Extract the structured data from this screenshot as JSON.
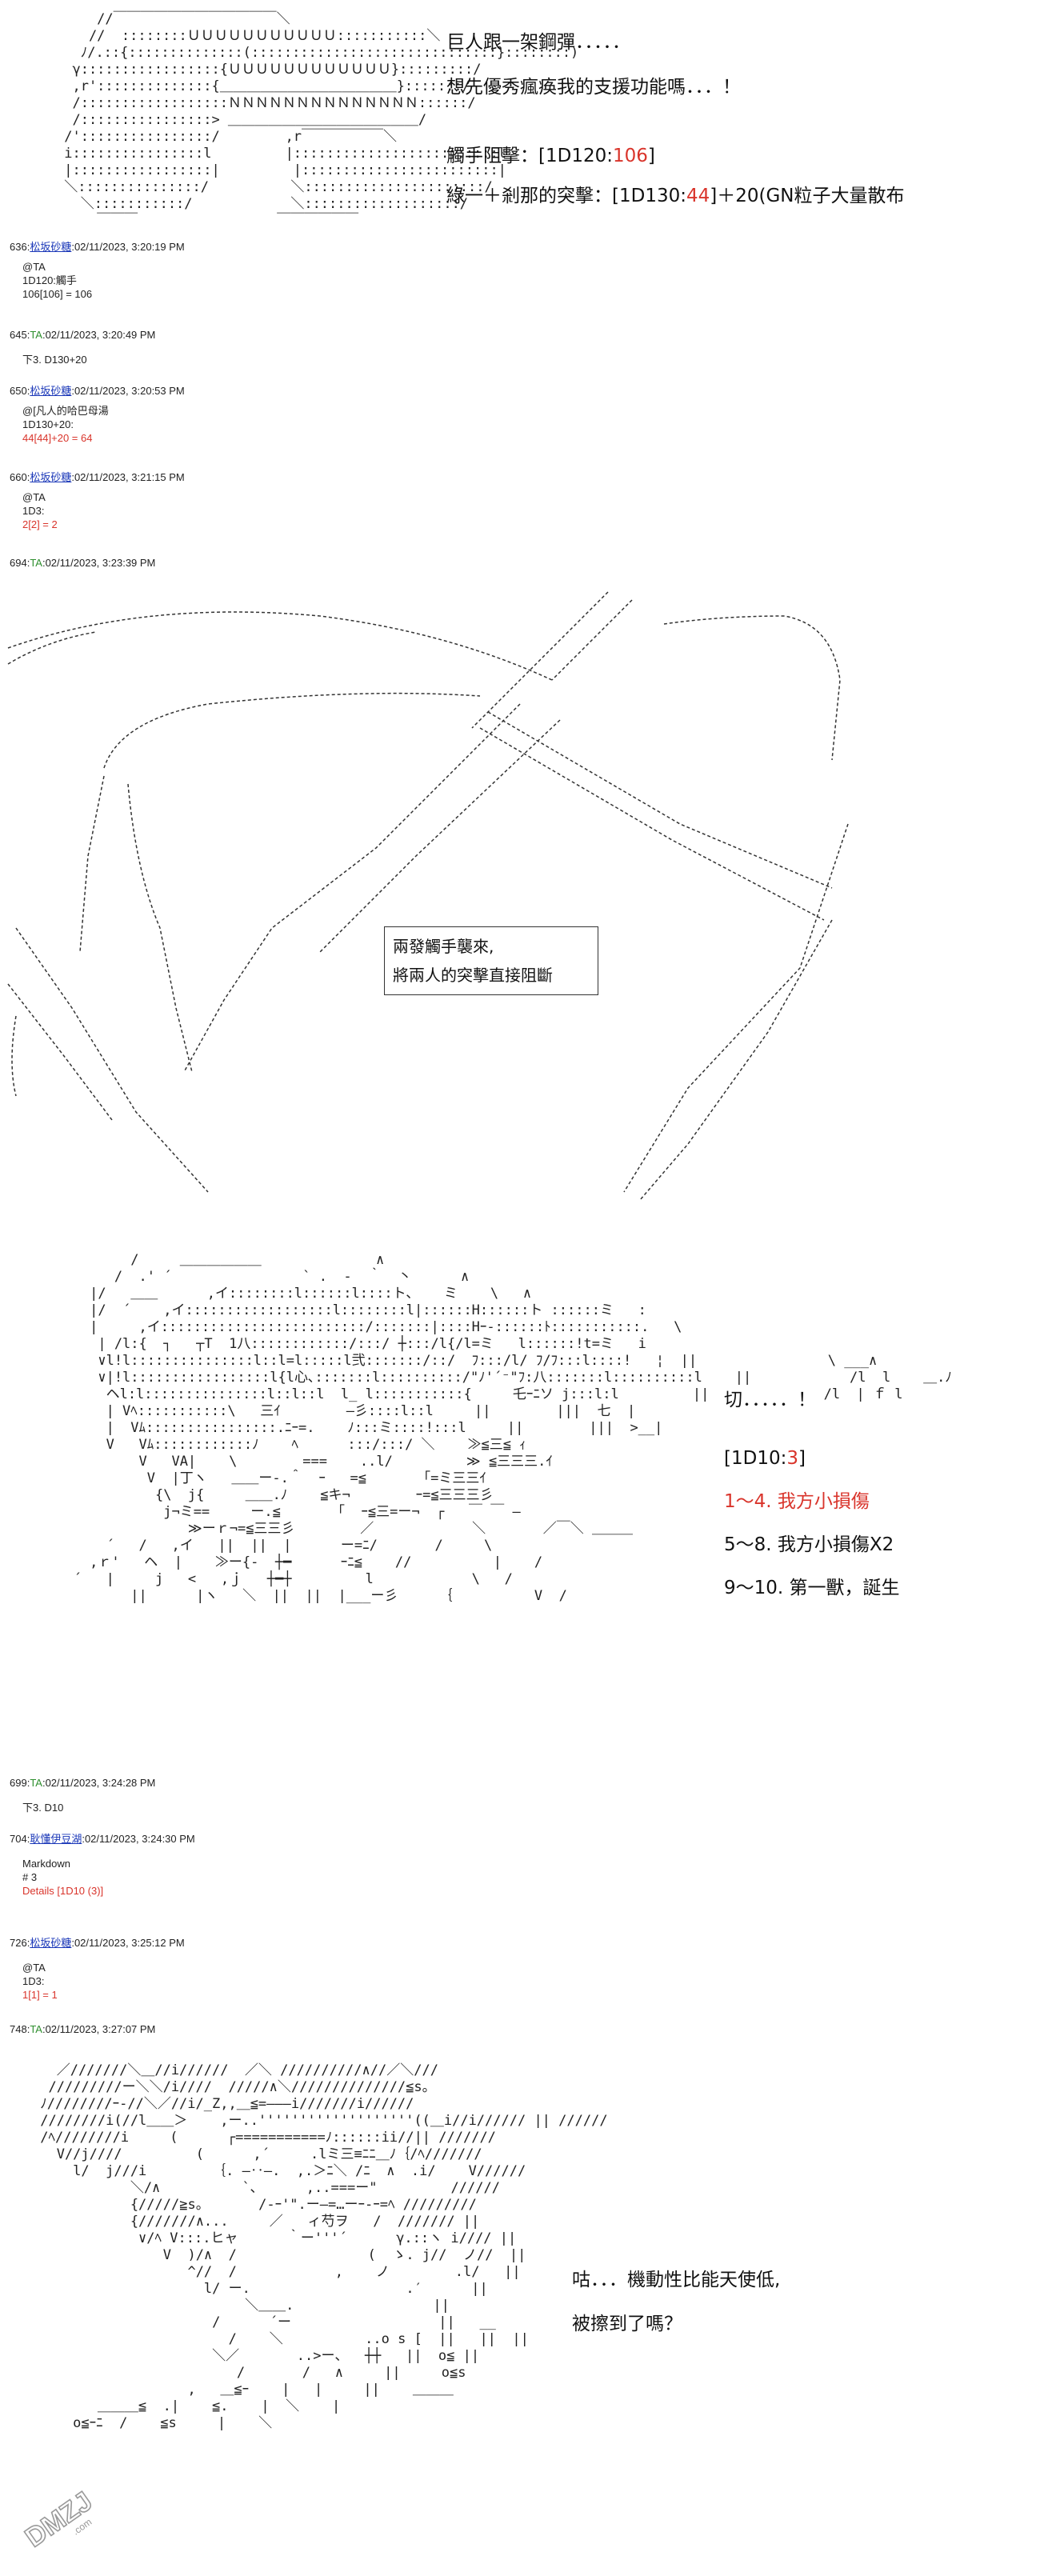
{
  "panel1": {
    "dialogue": [
      "巨人跟一架鋼彈．．．．．",
      "想先優秀瘋痪我的支援功能嗎．．．！"
    ],
    "roll1_label": "觸手阻擊：[1D120:",
    "roll1_value": "106",
    "roll1_end": "]",
    "roll2_prefix": "綠一＋剎那的突擊：[1D130:",
    "roll2_value": "44",
    "roll2_suffix": "]＋20(GN粒子大量散布"
  },
  "posts1": [
    {
      "header_num": "636:",
      "name": "松坂砂糖",
      "time": ":02/11/2023, 3:20:19 PM",
      "lines": [
        "@TA",
        "1D120:觸手",
        "106[106] = 106"
      ],
      "red_line": ""
    },
    {
      "header_num": "645:",
      "name": "TA",
      "time": ":02/11/2023, 3:20:49 PM",
      "lines": [
        "下3. D130+20"
      ],
      "red_line": ""
    },
    {
      "header_num": "650:",
      "name": "松坂砂糖",
      "time": ":02/11/2023, 3:20:53 PM",
      "lines": [
        "@[凡人的哈巴母湯",
        "1D130+20:"
      ],
      "red_line": "44[44]+20 = 64"
    },
    {
      "header_num": "660:",
      "name": "松坂砂糖",
      "time": ":02/11/2023, 3:21:15 PM",
      "lines": [
        "@TA",
        "1D3:"
      ],
      "red_line": "2[2] = 2"
    },
    {
      "header_num": "694:",
      "name": "TA",
      "time": ":02/11/2023, 3:23:39 PM",
      "lines": [],
      "red_line": ""
    }
  ],
  "panel2": {
    "box_lines": [
      "兩發觸手襲來,",
      "將兩人的突擊直接阻斷"
    ]
  },
  "panel3": {
    "cut": "切．．．．．！",
    "roll_prefix": "[1D10:",
    "roll_value": "3",
    "roll_suffix": "]",
    "outcomes": [
      "1～4. 我方小損傷",
      "5～8. 我方小損傷X2",
      "9～10. 第一獸，誕生"
    ]
  },
  "posts2": [
    {
      "header_num": "699:",
      "name": "TA",
      "time": ":02/11/2023, 3:24:28 PM",
      "lines": [
        "下3. D10"
      ],
      "red_line": ""
    },
    {
      "header_num": "704:",
      "name": "耿懂伊豆湖",
      "time": ":02/11/2023, 3:24:30 PM",
      "lines": [
        "Markdown",
        "# 3"
      ],
      "red_line": "Details [1D10 (3)]"
    },
    {
      "header_num": "726:",
      "name": "松坂砂糖",
      "time": ":02/11/2023, 3:25:12 PM",
      "lines": [
        "@TA",
        "1D3:"
      ],
      "red_line": "1[1] = 1"
    },
    {
      "header_num": "748:",
      "name": "TA",
      "time": ":02/11/2023, 3:27:07 PM",
      "lines": [],
      "red_line": ""
    }
  ],
  "panel4": {
    "dialogue": [
      "咕．．．機動性比能天使低,",
      "被擦到了嗎？"
    ]
  },
  "watermark": "DMZJ.com"
}
